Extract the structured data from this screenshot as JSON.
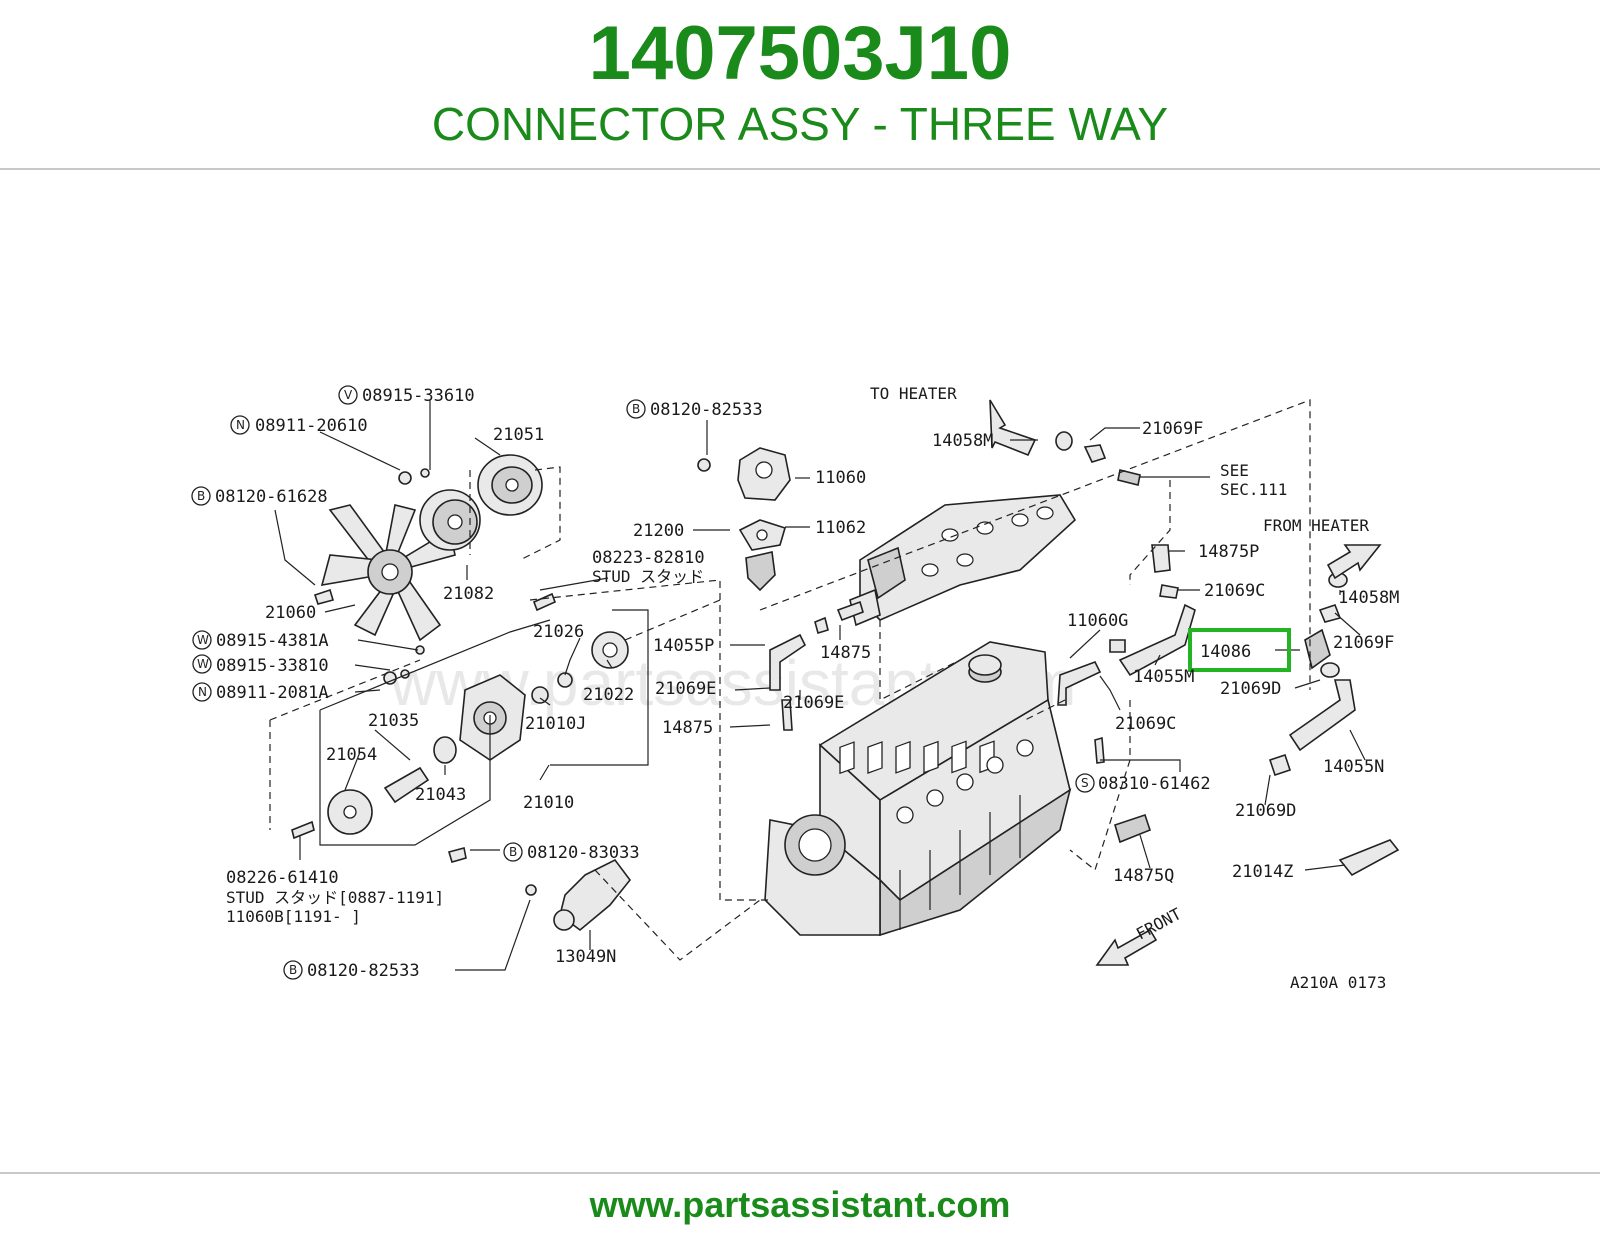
{
  "header": {
    "part_number": "1407503J10",
    "part_name": "CONNECTOR ASSY - THREE WAY"
  },
  "watermark": "www.partsassistant.com",
  "footer": {
    "site_url": "www.partsassistant.com"
  },
  "diagram": {
    "code": "A210A 0173",
    "highlight": "14086",
    "colors": {
      "brand": "#1a8a1a",
      "highlight": "#22b422"
    },
    "notes": {
      "to_heater": "TO HEATER",
      "from_heater": "FROM HEATER",
      "front": "FRONT",
      "see": "SEE",
      "sec": "SEC.111",
      "stud1": "STUD スタッド",
      "stud2": "STUD スタッド[0887-1191]",
      "l11060b": "11060B[1191-      ]"
    },
    "prefixes": {
      "v": "V",
      "n": "N",
      "b": "B",
      "w": "W",
      "s": "S"
    },
    "labels": {
      "p08915_33610": "08915-33610",
      "p08911_20610": "08911-20610",
      "p21051": "21051",
      "p08120_61628": "08120-61628",
      "p21082": "21082",
      "p21060": "21060",
      "p08915_4381a": "08915-4381A",
      "p08915_33810": "08915-33810",
      "p08911_2081a": "08911-2081A",
      "p21026": "21026",
      "p21022": "21022",
      "p21010j": "21010J",
      "p21035": "21035",
      "p21054": "21054",
      "p21043": "21043",
      "p21010": "21010",
      "p08226_61410": "08226-61410",
      "p08120_83033": "08120-83033",
      "p08120_82533a": "08120-82533",
      "p08120_82533b": "08120-82533",
      "p13049n": "13049N",
      "p11060": "11060",
      "p11062": "11062",
      "p21200": "21200",
      "p08223_82810": "08223-82810",
      "p14055p": "14055P",
      "p14875a": "14875",
      "p14875b": "14875",
      "p21069e_a": "21069E",
      "p21069e_b": "21069E",
      "p14058m_a": "14058M",
      "p21069f_a": "21069F",
      "p14875p": "14875P",
      "p21069c_a": "21069C",
      "p11060g": "11060G",
      "p14055m": "14055M",
      "p21069c_b": "21069C",
      "p14058m_b": "14058M",
      "p21069f_b": "21069F",
      "p21069d_a": "21069D",
      "p14055n": "14055N",
      "p08310_61462": "08310-61462",
      "p21069d_b": "21069D",
      "p14875q": "14875Q",
      "p21014z": "21014Z"
    }
  }
}
